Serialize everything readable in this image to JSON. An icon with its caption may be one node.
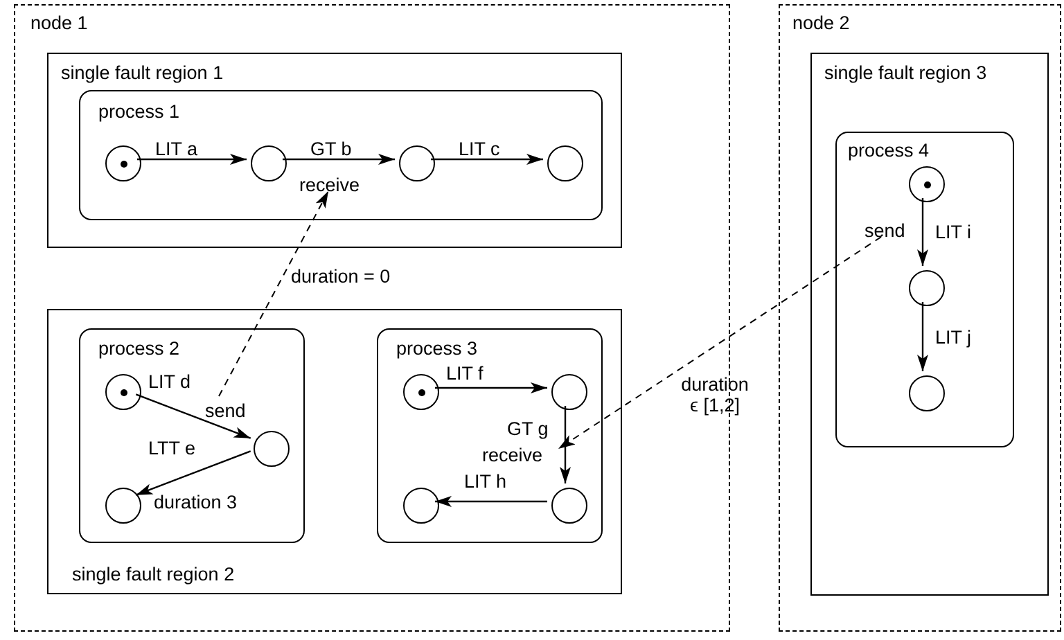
{
  "diagram": {
    "nodes": [
      {
        "text": [
          "node 1"
        ]
      },
      {
        "text": [
          "single fault region 1"
        ],
        "in": 0
      },
      {
        "text": [
          "process 1"
        ],
        "in": 1
      },
      {
        "text": [],
        "shape": "circle-dot",
        "in": 2
      },
      {
        "text": [],
        "shape": "circle",
        "in": 2
      },
      {
        "text": [],
        "shape": "circle",
        "in": 2
      },
      {
        "text": [],
        "shape": "circle",
        "in": 2
      },
      {
        "text": [
          "receive"
        ],
        "in": 2
      },
      {
        "text": [
          "single fault region 2"
        ],
        "in": 0
      },
      {
        "text": [
          "process 2"
        ],
        "in": 8
      },
      {
        "text": [],
        "shape": "circle-dot",
        "in": 9
      },
      {
        "text": [],
        "shape": "circle",
        "in": 9
      },
      {
        "text": [],
        "shape": "circle",
        "in": 9
      },
      {
        "text": [
          "send"
        ],
        "in": 9
      },
      {
        "text": [
          "process 3"
        ],
        "in": 8
      },
      {
        "text": [],
        "shape": "circle-dot",
        "in": 14
      },
      {
        "text": [],
        "shape": "circle",
        "in": 14
      },
      {
        "text": [],
        "shape": "circle",
        "in": 14
      },
      {
        "text": [],
        "shape": "circle",
        "in": 14
      },
      {
        "text": [
          "receive"
        ],
        "in": 14
      },
      {
        "text": [
          "node 2"
        ]
      },
      {
        "text": [
          "single fault region 3"
        ],
        "in": 20
      },
      {
        "text": [
          "process 4"
        ],
        "in": 21
      },
      {
        "text": [],
        "shape": "circle-dot",
        "in": 22
      },
      {
        "text": [],
        "shape": "circle",
        "in": 22
      },
      {
        "text": [],
        "shape": "circle",
        "in": 22
      },
      {
        "text": [
          "send"
        ],
        "in": 22
      }
    ],
    "edges": [
      {
        "from": 3,
        "to": 4,
        "arrow": "to",
        "label": "LIT a"
      },
      {
        "from": 4,
        "to": 5,
        "arrow": "to",
        "label": "GT b"
      },
      {
        "from": 5,
        "to": 6,
        "arrow": "to",
        "label": "LIT c"
      },
      {
        "from": 10,
        "to": 11,
        "arrow": "to",
        "label": "LIT d"
      },
      {
        "from": 11,
        "to": 12,
        "arrow": "to",
        "label": "LTT e"
      },
      {
        "from": 15,
        "to": 16,
        "arrow": "to",
        "label": "LIT f"
      },
      {
        "from": 16,
        "to": 17,
        "arrow": "to",
        "label": "GT g"
      },
      {
        "from": 17,
        "to": 18,
        "arrow": "to",
        "label": "LIT h"
      },
      {
        "from": 23,
        "to": 24,
        "arrow": "to",
        "label": "LIT i"
      },
      {
        "from": 24,
        "to": 25,
        "arrow": "to",
        "label": "LIT j"
      },
      {
        "from": 13,
        "to": 7,
        "arrow": "to",
        "label": "duration = 0",
        "style": "dashed"
      },
      {
        "from": 26,
        "to": 19,
        "arrow": "to",
        "label": "duration ϵ [1,2]",
        "style": "dashed"
      }
    ],
    "labels": [
      "duration 3"
    ]
  }
}
